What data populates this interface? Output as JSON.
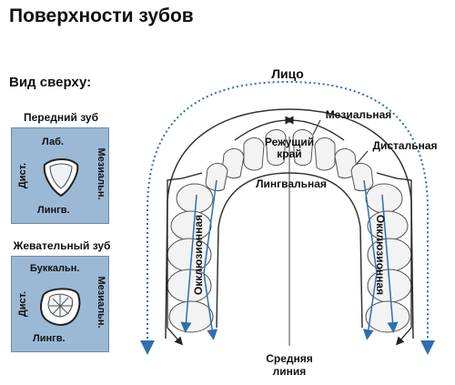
{
  "title": "Поверхности зубов",
  "top_view_label": "Вид сверху:",
  "front_tooth": {
    "caption": "Передний зуб",
    "top": "Лаб.",
    "bottom": "Лингв.",
    "left": "Дист.",
    "right": "Мезиальн."
  },
  "chewing_tooth": {
    "caption": "Жевательный зуб",
    "top": "Буккальн.",
    "bottom": "Лингв.",
    "left": "Дист.",
    "right": "Мезиальн."
  },
  "arch": {
    "face": "Лицо",
    "mesial": "Мезиальная",
    "incisal_line1": "Режущий",
    "incisal_line2": "край",
    "distal": "Дистальная",
    "lingual": "Лингвальная",
    "occlusal_left": "Окклюзионная",
    "occlusal_right": "Окклюзионная",
    "midline_line1": "Средняя",
    "midline_line2": "линия"
  },
  "colors": {
    "tooth_box": "#9bb9d5",
    "arrow_blue": "#2f6fb0",
    "outline": "#333333"
  }
}
